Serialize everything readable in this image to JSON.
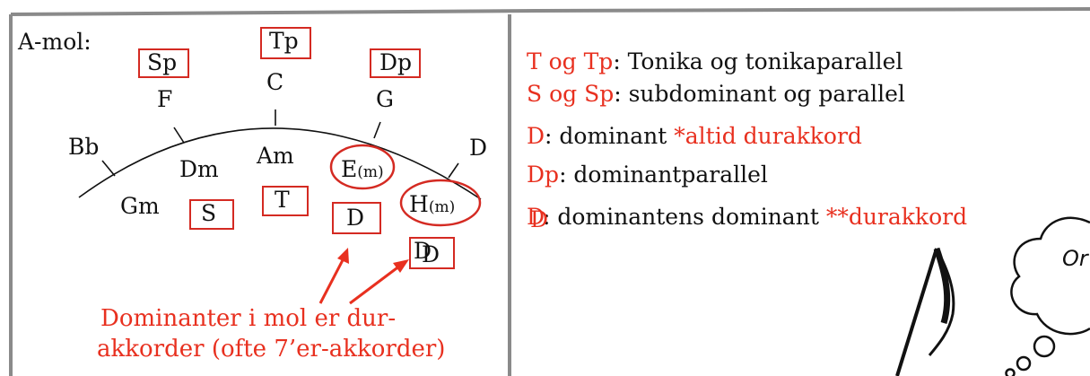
{
  "diagram": {
    "key_label": "A-mol:",
    "parallels": {
      "sp": {
        "box": "Sp",
        "chord": "F"
      },
      "tp": {
        "box": "Tp",
        "chord": "C"
      },
      "dp": {
        "box": "Dp",
        "chord": "G"
      }
    },
    "arc_chords": {
      "bb": "Bb",
      "d_major": "D",
      "dm": "Dm",
      "am": "Am",
      "gm": "Gm"
    },
    "circled_chords": {
      "e_root": "E",
      "e_suffix": "(m)",
      "h_root": "H",
      "h_suffix": "(m)"
    },
    "functions": {
      "s": "S",
      "t": "T",
      "d": "D",
      "dd_a": "D",
      "dd_b": "D"
    },
    "note_line1": "Dominanter i mol er dur-",
    "note_line2": "akkorder (ofte 7’er-akkorder)"
  },
  "legend": {
    "row1": {
      "sym": "T og Tp",
      "text": ": Tonika og tonikaparallel"
    },
    "row2": {
      "sym": "S og Sp",
      "text": ": subdominant og parallel"
    },
    "row3": {
      "sym": "D",
      "text": ": dominant ",
      "note": "*altid durakkord"
    },
    "row4": {
      "sym": "Dp",
      "text": ": dominantparallel"
    },
    "row5": {
      "sym_a": "D",
      "sym_b": "D",
      "text": ": dominantens dominant ",
      "note": "**durakkord"
    }
  },
  "thought_bubble": {
    "text": "Or"
  },
  "colors": {
    "accent": "#e8301f",
    "box": "#d42a22",
    "frame": "#8a8a8a"
  }
}
